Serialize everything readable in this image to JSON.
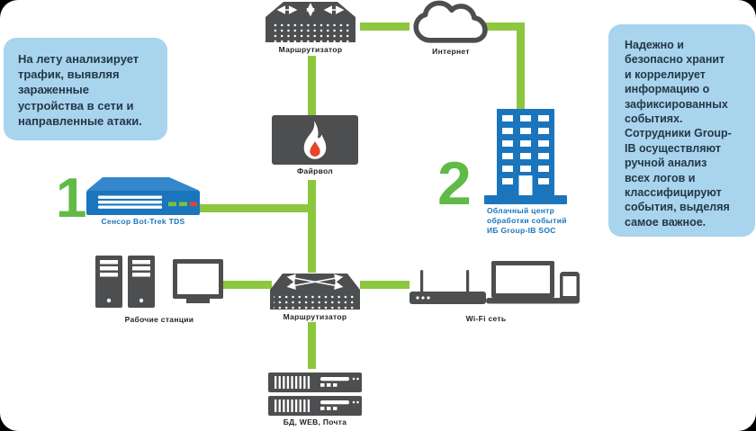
{
  "callouts": {
    "left": "На лету анализирует\nтрафик, выявляя\nзараженные\nустройства в сети и\nнаправленные атаки.",
    "right": "Надежно и\nбезопасно хранит\nи коррелирует\nинформацию о\nзафиксированных\nсобытиях.\nСотрудники Group-\nIB осуществляют\nручной анализ\nвсех логов и\nклассифицируют\nсобытия, выделяя\nсамое важное."
  },
  "steps": {
    "one": "1",
    "two": "2"
  },
  "nodes": {
    "router_top": {
      "label": "Маршрутизатор",
      "icon": "router-icon"
    },
    "internet": {
      "label": "Интернет",
      "icon": "cloud-icon"
    },
    "firewall": {
      "label": "Файрвол",
      "icon": "flame-icon"
    },
    "sensor": {
      "label": "Сенсор Bot-Trek TDS",
      "icon": "sensor-appliance-icon"
    },
    "soc": {
      "lines": [
        "Облачный центр",
        "обработки событий",
        "ИБ Group-IB SOC"
      ],
      "icon": "building-icon"
    },
    "switch_bottom": {
      "label": "Маршрутизатор",
      "icon": "switch-icon"
    },
    "workstations": {
      "label": "Рабочие станции",
      "icon": "workstations-icon"
    },
    "wifi": {
      "label": "Wi-Fi сеть",
      "icon": "wifi-router-icon"
    },
    "servers": {
      "label": "БД, WEB, Почта",
      "icon": "rack-servers-icon"
    }
  },
  "colors": {
    "line_green": "#8DC63F",
    "number_green": "#5FBB46",
    "brand_blue": "#1B75BC",
    "device_gray": "#4D4E50",
    "callout_bg": "#A8D4EE",
    "callout_text": "#243746",
    "flame_red": "#E8432B"
  }
}
